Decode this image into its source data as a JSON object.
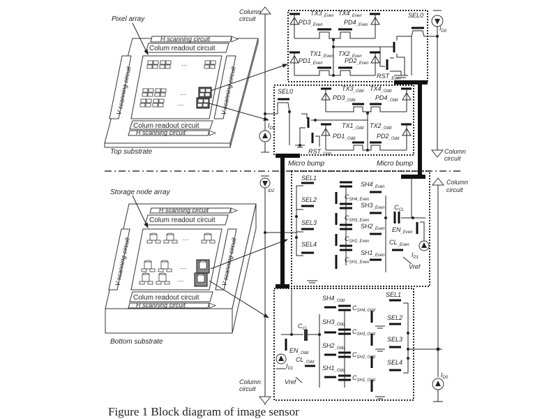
{
  "caption": "Figure 1 Block diagram of image sensor",
  "top_substrate": {
    "title_label": "Pixel array",
    "substrate_label": "Top substrate",
    "h_scanning_top": "H scanning circuit",
    "column_readout_top": "Colum readout circuit",
    "v_scanning_left": "V scanning circuit",
    "v_scanning_right": "V scanning circuit",
    "column_readout_bottom": "Colum readout circuit",
    "h_scanning_bottom": "H scanning circuit",
    "ellipsis": "…"
  },
  "bottom_substrate": {
    "title_label": "Storage node array",
    "substrate_label": "Bottom substrate",
    "h_scanning_top": "H scanning circuit",
    "column_readout_top": "Colum readout circuit",
    "v_scanning_left": "V scanning circuit",
    "v_scanning_right": "V scanning circuit",
    "column_readout_bottom": "Colum readout circuit",
    "h_scanning_bottom": "H scanning circuit",
    "ellipsis": "…"
  },
  "column_circuit_label_1": "Column",
  "column_circuit_label_2": "circuit",
  "micro_bump_left": "Micro bump",
  "micro_bump_right": "Micro bump",
  "pixel_even": {
    "tx3": "TX3",
    "tx3_sub": "_Even",
    "tx4": "TX4",
    "tx4_sub": "_Even",
    "pd3": "PD3",
    "pd3_sub": "_Even",
    "pd4": "PD4",
    "pd4_sub": "_Even",
    "tx1": "TX1",
    "tx1_sub": "_Even",
    "tx2": "TX2",
    "tx2_sub": "_Even",
    "pd1": "PD1",
    "pd1_sub": "_Even",
    "pd2": "PD2",
    "pd2_sub": "_Even",
    "rst": "RST",
    "rst_sub": "_Even",
    "sel0": "SEL0",
    "i_d0": "I",
    "i_d0_sub": "D0"
  },
  "pixel_odd": {
    "sel0": "SEL0",
    "tx3": "TX3",
    "tx3_sub": "_Odd",
    "tx4": "TX4",
    "tx4_sub": "_Odd",
    "pd3": "PD3",
    "pd3_sub": "_Odd",
    "pd4": "PD4",
    "pd4_sub": "_Odd",
    "tx1": "TX1",
    "tx1_sub": "_Odd",
    "tx2": "TX2",
    "tx2_sub": "_Odd",
    "pd1": "PD1",
    "pd1_sub": "_Odd",
    "pd2": "PD2",
    "pd2_sub": "_Odd",
    "rst": "RST",
    "rst_sub": "_Odd",
    "i_d0": "I",
    "i_d0_sub": "D0"
  },
  "storage_even": {
    "i_d2": "I",
    "i_d2_sub": "D2",
    "sel": [
      "SEL1",
      "SEL2",
      "SEL3",
      "SEL4"
    ],
    "sh": [
      {
        "name": "SH4",
        "sub": "_Even"
      },
      {
        "name": "SH3",
        "sub": "_Even"
      },
      {
        "name": "SH2",
        "sub": "_Even"
      },
      {
        "name": "SH1",
        "sub": "_Even"
      }
    ],
    "caps": [
      {
        "name": "C",
        "sub": "SH4_Even"
      },
      {
        "name": "C",
        "sub": "SH3_Even"
      },
      {
        "name": "C",
        "sub": "SH2_Even"
      },
      {
        "name": "C",
        "sub": "SH1_Even"
      }
    ],
    "ccl": "C",
    "ccl_sub": "CL",
    "en": "EN",
    "en_sub": "_Even",
    "cl": "CL",
    "cl_sub": "_Even",
    "vref": "Vref",
    "i_d1": "I",
    "i_d1_sub": "D1"
  },
  "storage_odd": {
    "sh": [
      {
        "name": "SH4",
        "sub": "_Odd"
      },
      {
        "name": "SH3",
        "sub": "_Odd"
      },
      {
        "name": "SH2",
        "sub": "_Odd"
      },
      {
        "name": "SH1",
        "sub": "_Odd"
      }
    ],
    "caps": [
      {
        "name": "C",
        "sub": "SH4_Odd"
      },
      {
        "name": "C",
        "sub": "SH3_Odd"
      },
      {
        "name": "C",
        "sub": "SH2_Odd"
      },
      {
        "name": "C",
        "sub": "SH1_Odd"
      }
    ],
    "sel": [
      "SEL1",
      "SEL2",
      "SEL3",
      "SEL4"
    ],
    "ccl": "C",
    "ccl_sub": "CL",
    "en": "EN",
    "en_sub": "_Odd",
    "cl": "CL",
    "cl_sub": "_Odd",
    "vref": "Vref",
    "i_d1": "I",
    "i_d1_sub": "D1",
    "i_d0": "I",
    "i_d0_sub": "D0"
  }
}
